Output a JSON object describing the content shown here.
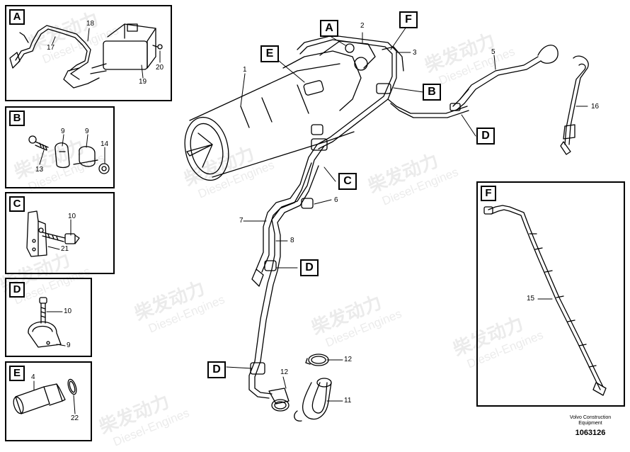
{
  "watermark": {
    "chinese": "柴发动力",
    "english": "Diesel-Engines"
  },
  "footer": {
    "brand_line1": "Volvo Construction",
    "brand_line2": "Equipment",
    "code": "1063126"
  },
  "panels": {
    "A": {
      "letter": "A",
      "numbers": [
        "18",
        "17",
        "20",
        "19"
      ]
    },
    "B": {
      "letter": "B",
      "numbers": [
        "9",
        "9",
        "14",
        "13"
      ]
    },
    "C": {
      "letter": "C",
      "numbers": [
        "10",
        "21"
      ]
    },
    "D": {
      "letter": "D",
      "numbers": [
        "10",
        "9"
      ]
    },
    "E": {
      "letter": "E",
      "numbers": [
        "4",
        "22"
      ]
    },
    "F": {
      "letter": "F",
      "numbers": [
        "15"
      ]
    }
  },
  "callouts": {
    "A": "A",
    "E": "E",
    "F": "F",
    "B": "B",
    "D1": "D",
    "C": "C",
    "D2": "D",
    "D3": "D"
  },
  "main_numbers": {
    "n1": "1",
    "n2": "2",
    "n3": "3",
    "n5": "5",
    "n16": "16",
    "n6": "6",
    "n7": "7",
    "n8": "8",
    "n12": "12",
    "n11": "11"
  }
}
